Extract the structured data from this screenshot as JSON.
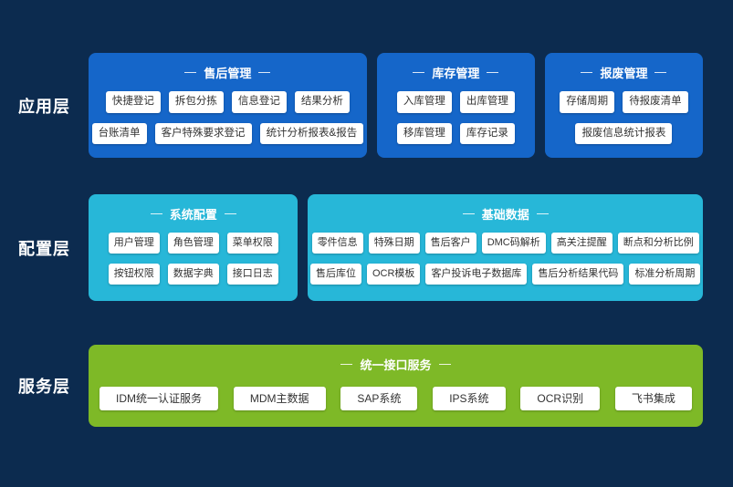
{
  "colors": {
    "background": "#0c2b4f",
    "app_panel": "#1566c9",
    "config_panel": "#27b7d8",
    "service_panel": "#7eb927",
    "chip_bg": "#ffffff",
    "chip_text": "#333333",
    "title_text": "#ffffff"
  },
  "layers": [
    {
      "name": "application-layer",
      "label": "应用层",
      "panels": [
        {
          "name": "after-sales-management",
          "title": "售后管理",
          "rows": [
            [
              "快捷登记",
              "拆包分拣",
              "信息登记",
              "结果分析"
            ],
            [
              "台账清单",
              "客户特殊要求登记",
              "统计分析报表&报告"
            ]
          ]
        },
        {
          "name": "inventory-management",
          "title": "库存管理",
          "rows": [
            [
              "入库管理",
              "出库管理"
            ],
            [
              "移库管理",
              "库存记录"
            ]
          ]
        },
        {
          "name": "scrap-management",
          "title": "报废管理",
          "rows": [
            [
              "存储周期",
              "待报废清单"
            ],
            [
              "报废信息统计报表"
            ]
          ]
        }
      ]
    },
    {
      "name": "configuration-layer",
      "label": "配置层",
      "panels": [
        {
          "name": "system-configuration",
          "title": "系统配置",
          "rows": [
            [
              "用户管理",
              "角色管理",
              "菜单权限"
            ],
            [
              "按钮权限",
              "数据字典",
              "接口日志"
            ]
          ]
        },
        {
          "name": "basic-data",
          "title": "基础数据",
          "rows": [
            [
              "零件信息",
              "特殊日期",
              "售后客户",
              "DMC码解析",
              "高关注提醒",
              "断点和分析比例"
            ],
            [
              "售后库位",
              "OCR模板",
              "客户投诉电子数据库",
              "售后分析结果代码",
              "标准分析周期"
            ]
          ]
        }
      ]
    },
    {
      "name": "service-layer",
      "label": "服务层",
      "panels": [
        {
          "name": "unified-interface-service",
          "title": "统一接口服务",
          "rows": [
            [
              "IDM统一认证服务",
              "MDM主数据",
              "SAP系统",
              "IPS系统",
              "OCR识别",
              "飞书集成"
            ]
          ]
        }
      ]
    }
  ]
}
